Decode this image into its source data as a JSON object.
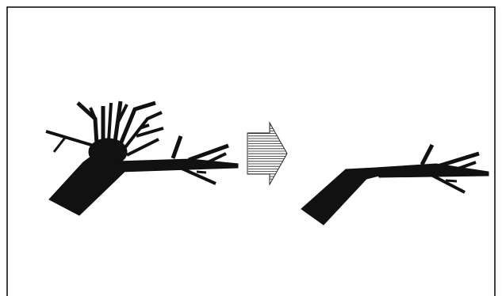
{
  "figure": {
    "description_visible_text": "",
    "panels": [
      {
        "id": "before",
        "subject": "tree-branch-before-pruning"
      },
      {
        "id": "after",
        "subject": "tree-branch-after-pruning"
      }
    ],
    "arrow": {
      "direction": "right",
      "fill_style": "horizontal-hatch"
    }
  },
  "colors": {
    "ink": "#111111",
    "background": "#ffffff",
    "frame": "#000000"
  }
}
